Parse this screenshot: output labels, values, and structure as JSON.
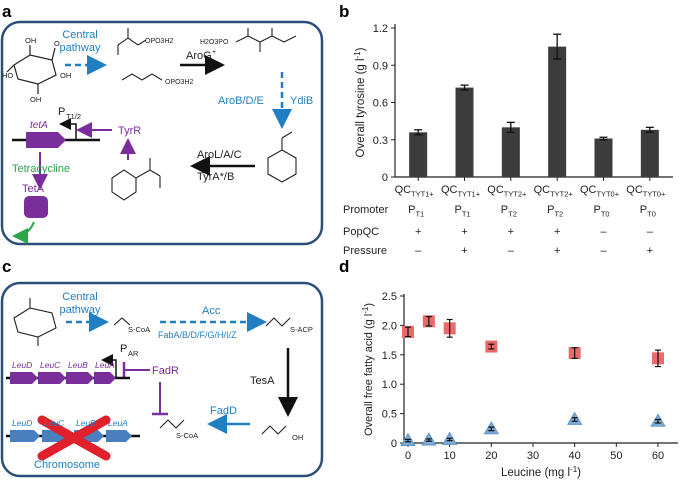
{
  "panel_letters": {
    "a": "a",
    "b": "b",
    "c": "c",
    "d": "d"
  },
  "colors": {
    "blue": "#1f7fc2",
    "purple": "#7a2e9c",
    "green": "#2ca44a",
    "red": "#e0202a",
    "frame": "#2c4f7a",
    "bar": "#3c3c3c",
    "square": "#e86a6a",
    "triangle": "#7ba9d6"
  },
  "panel_a": {
    "central_pathway": [
      "Central",
      "pathway"
    ],
    "arog": "AroG",
    "arog_sup": "+",
    "pep": "OPO3H2",
    "e4p": "OPO3H2",
    "dahp": "H2O3PO",
    "arob": "AroB/D/E",
    "ydib": "YdiB",
    "arol": "AroL/A/C",
    "tyra": "TyrA*/B",
    "tyrr": "TyrR",
    "promoter": "P",
    "promoter_sub": "T1/2",
    "tet_gene": "tetA",
    "tetracycline": "Tetracycline",
    "teta": "TetA"
  },
  "panel_c": {
    "central_pathway": [
      "Central",
      "pathway"
    ],
    "acc": "Acc",
    "fab": "FabA/B/D/F/G/H/I/Z",
    "acetyl": "S-CoA",
    "acp": "S-ACP",
    "tesa": "TesA",
    "fadd": "FadD",
    "fadr": "FadR",
    "acyl_coa": "S-CoA",
    "fa": "OH",
    "promoter": "P",
    "promoter_sub": "AR",
    "plasmid_genes": [
      "LeuD",
      "LeuC",
      "LeuB",
      "LeuA"
    ],
    "chromosome_genes": [
      "LeuD",
      "LeuC",
      "LeuB",
      "LeuA"
    ],
    "chromosome": "Chromosome"
  },
  "chart_data": [
    {
      "type": "bar",
      "ylabel": "Overall tyrosine (g l",
      "ylabel_sup": "-1",
      "ylabel_close": ")",
      "ylim": [
        0,
        1.2
      ],
      "yticks": [
        "0",
        "0.3",
        "0.6",
        "0.9",
        "1.2"
      ],
      "ytick_values": [
        0,
        0.3,
        0.6,
        0.9,
        1.2
      ],
      "categories": [
        "QC",
        "QC",
        "QC",
        "QC",
        "QC",
        "QC"
      ],
      "category_subs": [
        "TYT1+",
        "TYT1+",
        "TYT2+",
        "TYT2+",
        "TYT0+",
        "TYT0+"
      ],
      "values": [
        0.36,
        0.72,
        0.4,
        1.05,
        0.31,
        0.38
      ],
      "errors": [
        0.02,
        0.02,
        0.04,
        0.1,
        0.01,
        0.02
      ],
      "table": {
        "row_labels": [
          "Promoter",
          "PopQC",
          "Pressure"
        ],
        "promoter": [
          "P",
          "P",
          "P",
          "P",
          "P",
          "P"
        ],
        "promoter_subs": [
          "T1",
          "T1",
          "T2",
          "T2",
          "T0",
          "T0"
        ],
        "popqc": [
          "+",
          "+",
          "+",
          "+",
          "–",
          "–"
        ],
        "pressure": [
          "–",
          "+",
          "–",
          "+",
          "–",
          "+"
        ]
      }
    },
    {
      "type": "scatter",
      "xlabel": "Leucine (mg l",
      "xlabel_sup": "-1",
      "xlabel_close": ")",
      "ylabel": "Overall free fatty acid (g l",
      "ylabel_sup": "-1",
      "ylabel_close": ")",
      "xlim": [
        0,
        60
      ],
      "ylim": [
        0,
        2.5
      ],
      "xticks": [
        "0",
        "10",
        "20",
        "30",
        "40",
        "50",
        "60"
      ],
      "xtick_values": [
        0,
        10,
        20,
        30,
        40,
        50,
        60
      ],
      "yticks": [
        "0",
        "0.5",
        "1.0",
        "1.5",
        "2.0",
        "2.5"
      ],
      "ytick_values": [
        0,
        0.5,
        1.0,
        1.5,
        2.0,
        2.5
      ],
      "series": [
        {
          "marker": "square",
          "x": [
            0,
            5,
            10,
            20,
            40,
            60
          ],
          "y": [
            1.89,
            2.07,
            1.95,
            1.64,
            1.53,
            1.44
          ],
          "err": [
            0.08,
            0.08,
            0.15,
            0.04,
            0.09,
            0.14
          ]
        },
        {
          "marker": "triangle",
          "x": [
            0,
            5,
            10,
            20,
            40,
            60
          ],
          "y": [
            0.04,
            0.05,
            0.06,
            0.24,
            0.4,
            0.37
          ],
          "err": [
            0.02,
            0.02,
            0.02,
            0.03,
            0.03,
            0.03
          ]
        }
      ]
    }
  ]
}
